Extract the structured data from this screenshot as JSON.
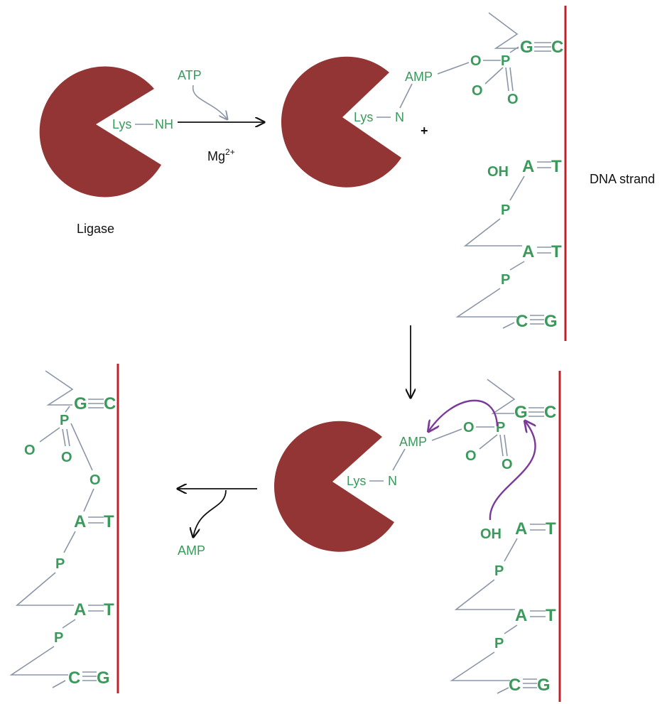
{
  "labels": {
    "lys": "Lys",
    "nh": "NH",
    "n": "N",
    "atp": "ATP",
    "mg": "Mg",
    "mg_charge": "2+",
    "amp": "AMP",
    "plus": "+",
    "ligase": "Ligase",
    "dna_strand": "DNA strand",
    "o": "O",
    "p": "P",
    "oh": "OH",
    "g": "G",
    "c": "C",
    "a": "A",
    "t": "T"
  },
  "colors": {
    "enzyme": "#943535",
    "label_green": "#3a9a5c",
    "backbone": "#8a96a8",
    "strand_red": "#c0202a",
    "curved_arrow": "#7a3a9a",
    "arrow": "#111111"
  }
}
